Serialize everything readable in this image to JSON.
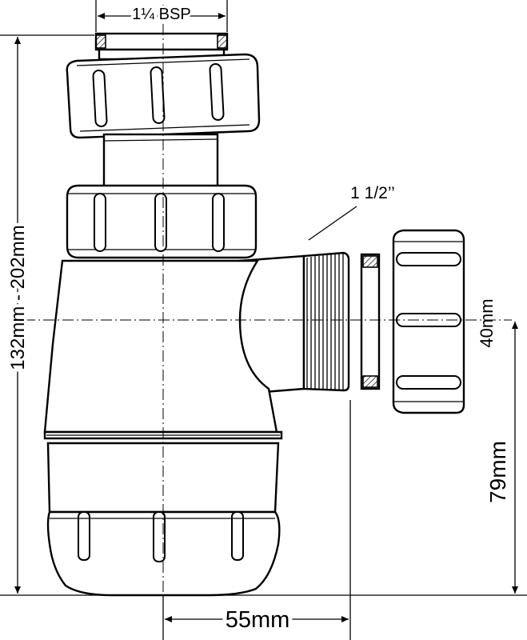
{
  "labels": {
    "top_thread": "1¼ BSP",
    "outlet_thread": "1 1/2’’",
    "height_range": "132mm - 202mm",
    "outlet_diameter": "40mm",
    "outlet_height": "79mm",
    "offset": "55mm"
  }
}
